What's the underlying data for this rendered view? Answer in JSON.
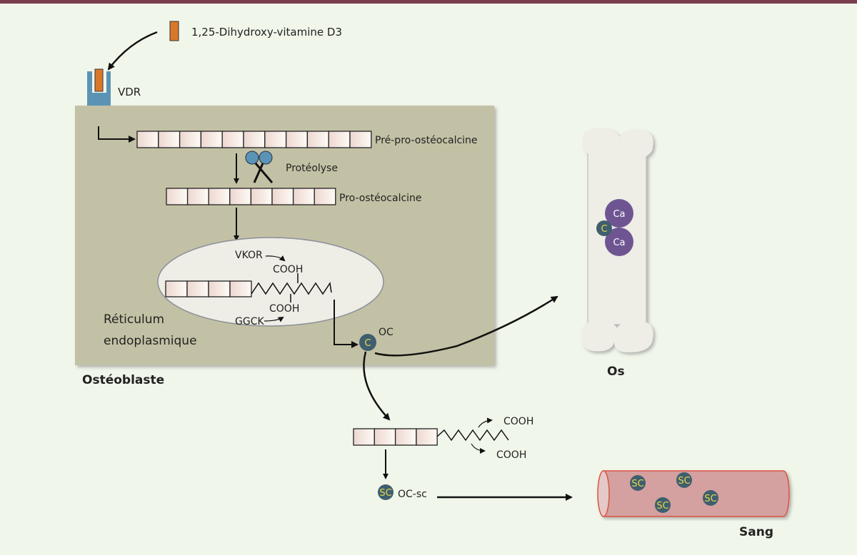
{
  "labels": {
    "vitamin": "1,25-Dihydroxy-vitamine D3",
    "vdr": "VDR",
    "prepro": "Pré-pro-ostéocalcine",
    "proteolysis": "Protéolyse",
    "pro": "Pro-ostéocalcine",
    "vkor": "VKOR",
    "ggck": "GGCK",
    "cooh": "COOH",
    "reticulum_1": "Réticulum",
    "reticulum_2": "endoplasmique",
    "oc": "OC",
    "c": "C",
    "osteoblast": "Ostéoblaste",
    "bone": "Os",
    "ca": "Ca",
    "sc": "SC",
    "ocsc": "OC-sc",
    "blood": "Sang"
  },
  "colors": {
    "background": "#f1f6ea",
    "top_bar": "#7a3e4e",
    "cell": "#c3c1a5",
    "vitamin": "#d9782a",
    "receptor": "#5b93b5",
    "oc_circle": "#3f5f6e",
    "calcium": "#6e5592",
    "vessel": "#d4a0a0"
  }
}
